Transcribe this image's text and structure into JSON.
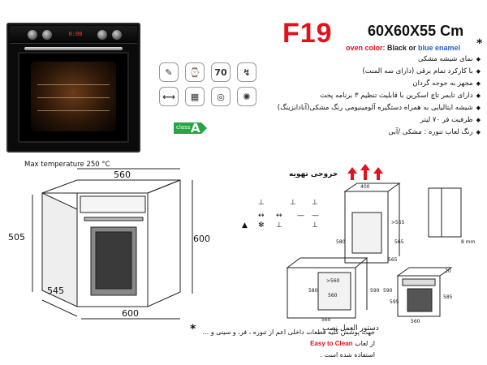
{
  "header": {
    "model": "F19",
    "dimensions": "60X60X55 Cm",
    "color_prefix": "oven color: ",
    "color_black": "Black or ",
    "color_blue": "blue enamel",
    "star": "*"
  },
  "features": [
    "نمای شیشه مشکی",
    "با کارکرد تمام برقی (دارای سه المنت)",
    "مجهز به جوجه گردان",
    "دارای تایمر تاچ اسکرین با قابلیت تنظیم ۳ برنامه پخت",
    "شیشه ایتالیایی به همراه دستگیره آلومینیومی رنگ مشکی(آنادایزینگ)",
    "ظرفیت فر ۷۰ لیتر",
    "رنگ لعاب تنوره : مشکی /آبی"
  ],
  "oven_display": "0:00",
  "max_temperature": "Max temperature 250 °C",
  "icons": [
    {
      "name": "fan-icon",
      "label": "↯"
    },
    {
      "name": "capacity-icon",
      "label": "70"
    },
    {
      "name": "timer-icon",
      "label": "⌚"
    },
    {
      "name": "grill-icon",
      "label": "✎"
    },
    {
      "name": "light-icon",
      "label": "✺"
    },
    {
      "name": "rotisserie-icon",
      "label": "◎"
    },
    {
      "name": "programs-icon",
      "label": "▦"
    },
    {
      "name": "dimensions-icon",
      "label": "⟷"
    }
  ],
  "energy_class": {
    "word": "class",
    "letter": "A",
    "color": "#27a543"
  },
  "dimension_drawing": {
    "width": "560",
    "height": "505",
    "depth": "545",
    "front_width": "600",
    "front_height": "600"
  },
  "vent_label": "خروجی تهویه",
  "install_label": "دستور العمل نصب",
  "install_drawing": {
    "dims": [
      "400",
      "580",
      ">555",
      "565",
      "565",
      "580",
      "590",
      "590",
      "560",
      ">560",
      "560",
      "8 mm",
      "585",
      "595",
      "560",
      "20"
    ]
  },
  "footnote": {
    "star": "*",
    "text_before": "جهت پوشش کلیه قطعات داخلی اعم از تنوره ، فر، و سینی و ... از لعاب ",
    "easy_clean": "Easy to Clean",
    "text_after": "استفاده شده است ."
  },
  "colors": {
    "brand_red": "#e3111b",
    "blue": "#2a5ec8",
    "green": "#27a543"
  }
}
